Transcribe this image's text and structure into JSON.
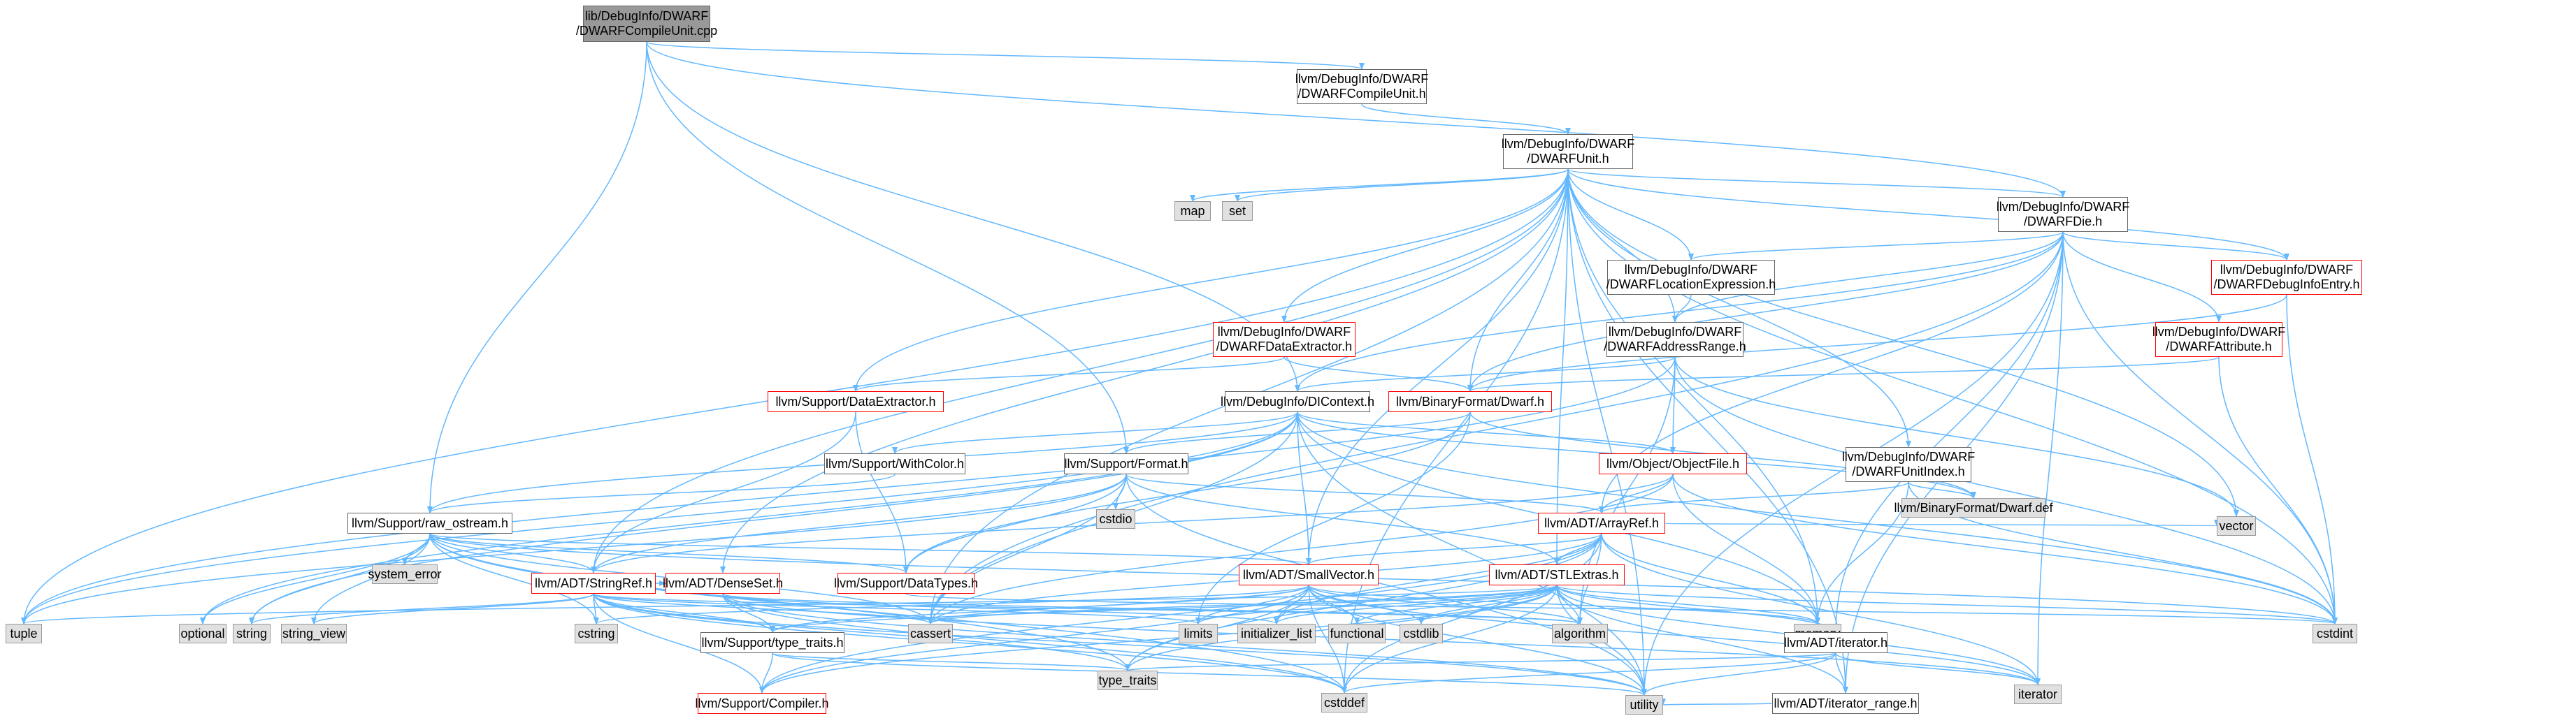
{
  "graph": {
    "root": "lib/DebugInfo/DWARF\n/DWARFCompileUnit.cpp",
    "nodes": {
      "DWARFCompileUnit_h": "llvm/DebugInfo/DWARF\n/DWARFCompileUnit.h",
      "DWARFUnit_h": "llvm/DebugInfo/DWARF\n/DWARFUnit.h",
      "DWARFDie_h": "llvm/DebugInfo/DWARF\n/DWARFDie.h",
      "DWARFDebugInfoEntry_h": "llvm/DebugInfo/DWARF\n/DWARFDebugInfoEntry.h",
      "DWARFAttribute_h": "llvm/DebugInfo/DWARF\n/DWARFAttribute.h",
      "DWARFLocationExpression_h": "llvm/DebugInfo/DWARF\n/DWARFLocationExpression.h",
      "DWARFAddressRange_h": "llvm/DebugInfo/DWARF\n/DWARFAddressRange.h",
      "DWARFDataExtractor_h": "llvm/DebugInfo/DWARF\n/DWARFDataExtractor.h",
      "DWARFUnitIndex_h": "llvm/DebugInfo/DWARF\n/DWARFUnitIndex.h",
      "DataExtractor_h": "llvm/Support/DataExtractor.h",
      "DIContext_h": "llvm/DebugInfo/DIContext.h",
      "Dwarf_h": "llvm/BinaryFormat/Dwarf.h",
      "ObjectFile_h": "llvm/Object/ObjectFile.h",
      "WithColor_h": "llvm/Support/WithColor.h",
      "Format_h": "llvm/Support/Format.h",
      "Dwarf_def": "llvm/BinaryFormat/Dwarf.def",
      "raw_ostream_h": "llvm/Support/raw_ostream.h",
      "ArrayRef_h": "llvm/ADT/ArrayRef.h",
      "SmallVector_h": "llvm/ADT/SmallVector.h",
      "STLExtras_h": "llvm/ADT/STLExtras.h",
      "StringRef_h": "llvm/ADT/StringRef.h",
      "DenseSet_h": "llvm/ADT/DenseSet.h",
      "DataTypes_h": "llvm/Support/DataTypes.h",
      "type_traits_h": "llvm/Support/type_traits.h",
      "Compiler_h": "llvm/Support/Compiler.h",
      "iterator_h": "llvm/ADT/iterator.h",
      "iterator_range_h": "llvm/ADT/iterator_range.h",
      "map": "map",
      "set": "set",
      "cstdio": "cstdio",
      "system_error": "system_error",
      "vector": "vector",
      "tuple": "tuple",
      "optional": "optional",
      "string": "string",
      "string_view": "string_view",
      "cstring": "cstring",
      "cassert": "cassert",
      "limits": "limits",
      "initializer_list": "initializer_list",
      "functional": "functional",
      "cstdlib": "cstdlib",
      "algorithm": "algorithm",
      "memory": "memory",
      "cstdint": "cstdint",
      "iterator": "iterator",
      "type_traits": "type_traits",
      "cstddef": "cstddef",
      "utility": "utility"
    }
  },
  "colors": {
    "edge": "#63b8ff",
    "root_fill": "#999999",
    "external_fill": "#e0e0e0",
    "incomplete_border": "#ff0000"
  }
}
